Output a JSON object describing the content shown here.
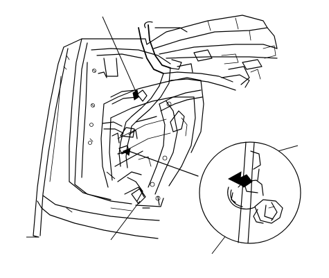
{
  "diagram": {
    "subject": "vehicle-door-interior-wire-harness-and-clip-detail",
    "colors": {
      "line": "#000000",
      "background": "#ffffff"
    },
    "leader_line_count": 5,
    "detail_view": {
      "shape": "circle",
      "contents": "harness-clip-release-detail",
      "arrow": "push-direction"
    }
  }
}
